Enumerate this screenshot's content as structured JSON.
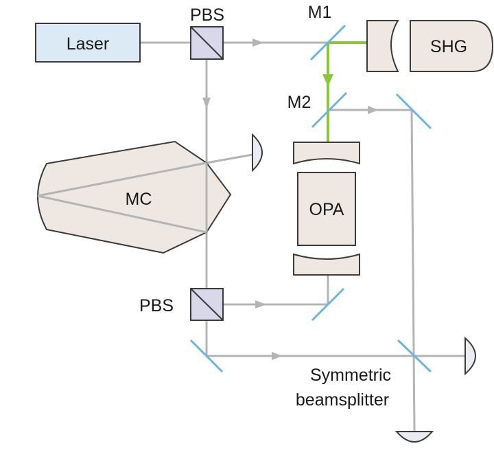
{
  "labels": {
    "laser": "Laser",
    "pbs_top": "PBS",
    "m1": "M1",
    "shg": "SHG",
    "m2": "M2",
    "mc": "MC",
    "opa": "OPA",
    "pbs_bottom": "PBS",
    "beamsplitter_line1": "Symmetric",
    "beamsplitter_line2": "beamsplitter"
  },
  "colors": {
    "beam": "#b4b4b4",
    "green_beam": "#8cc63f",
    "mirror": "#6cb4e4",
    "laser_fill": "#dbeaf5",
    "component_fill": "#efe8e2",
    "pbs_fill": "#d8d8ea",
    "detector_fill": "#ebebf3"
  }
}
